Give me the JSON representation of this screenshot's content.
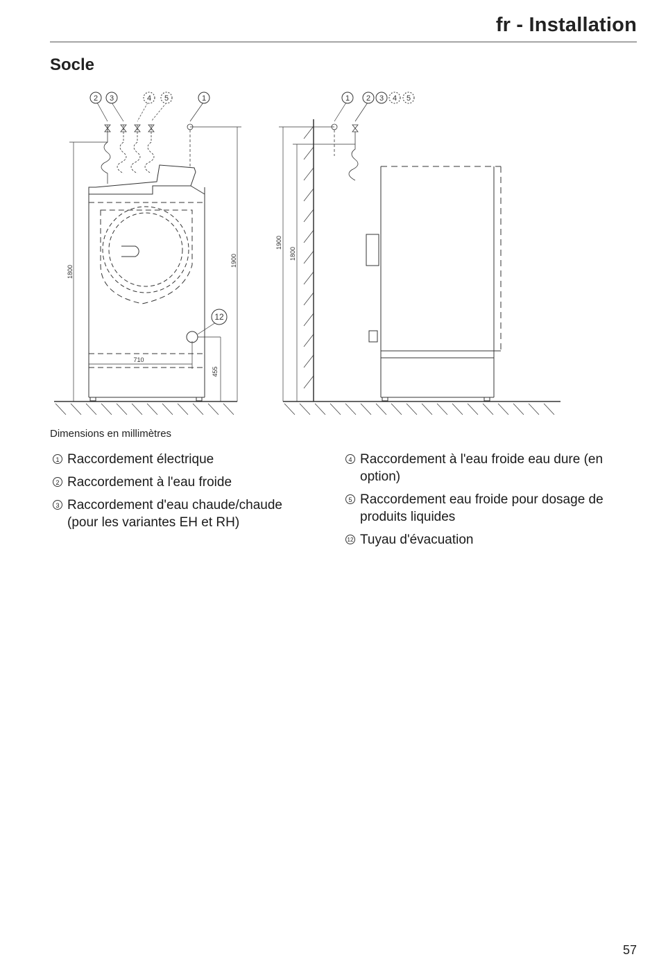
{
  "header": {
    "title": "fr - Installation"
  },
  "section": {
    "title": "Socle"
  },
  "drawing": {
    "callouts": [
      "1",
      "2",
      "3",
      "4",
      "5",
      "12"
    ],
    "dimensions": {
      "d1800": "1800",
      "d1900": "1900",
      "d710": "710",
      "d455": "455"
    }
  },
  "caption": "Dimensions en millimètres",
  "legend": {
    "left": [
      {
        "num": "1",
        "text": "Raccordement électrique"
      },
      {
        "num": "2",
        "text": "Raccordement à l'eau froide"
      },
      {
        "num": "3",
        "text": "Raccordement d'eau chaude/chaude (pour les variantes EH et RH)"
      }
    ],
    "right": [
      {
        "num": "4",
        "text": "Raccordement à l'eau froide eau dure (en option)"
      },
      {
        "num": "5",
        "text": "Raccordement eau froide pour dosage de produits liquides"
      },
      {
        "num": "12",
        "text": "Tuyau d'évacuation"
      }
    ]
  },
  "page_number": "57"
}
